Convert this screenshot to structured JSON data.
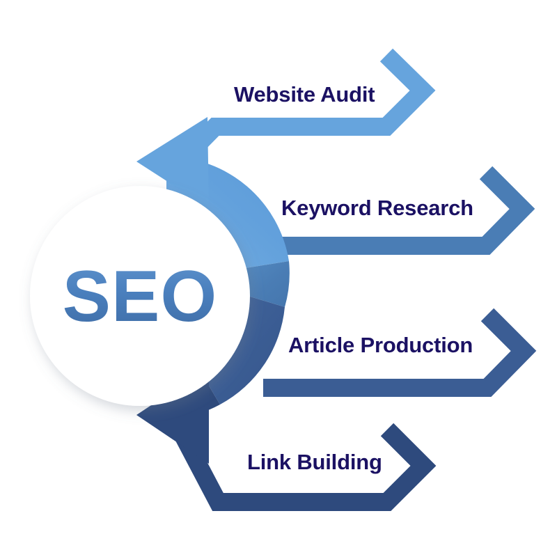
{
  "diagram": {
    "title": "SEO",
    "center_label": "SEO",
    "background_color": "#ffffff",
    "label_text_color": "#1b1163",
    "center_circle_color": "#ffffff",
    "center_text_gradient": [
      "#5d92cc",
      "#3f6da6"
    ],
    "steps": [
      {
        "id": "website-audit",
        "order": 1,
        "label": "Website Audit",
        "color": "#66a4dd",
        "ring_color": "#5fa0da",
        "arrow_direction": "right",
        "icon": "chevron-right-icon"
      },
      {
        "id": "keyword-research",
        "order": 2,
        "label": "Keyword Research",
        "color": "#4a7db5",
        "ring_color": "#477cb4",
        "arrow_direction": "right",
        "icon": "chevron-right-icon"
      },
      {
        "id": "article-production",
        "order": 3,
        "label": "Article Production",
        "color": "#3b5d94",
        "ring_color": "#3e5f93",
        "arrow_direction": "right",
        "icon": "chevron-right-icon"
      },
      {
        "id": "link-building",
        "order": 4,
        "label": "Link Building",
        "color": "#2e4a7d",
        "ring_color": "#2f4c7e",
        "arrow_direction": "right",
        "icon": "chevron-right-icon"
      }
    ],
    "ring": {
      "name": "circular-arrow-ring",
      "arrowhead_top": true,
      "arrowhead_bottom": true
    }
  }
}
